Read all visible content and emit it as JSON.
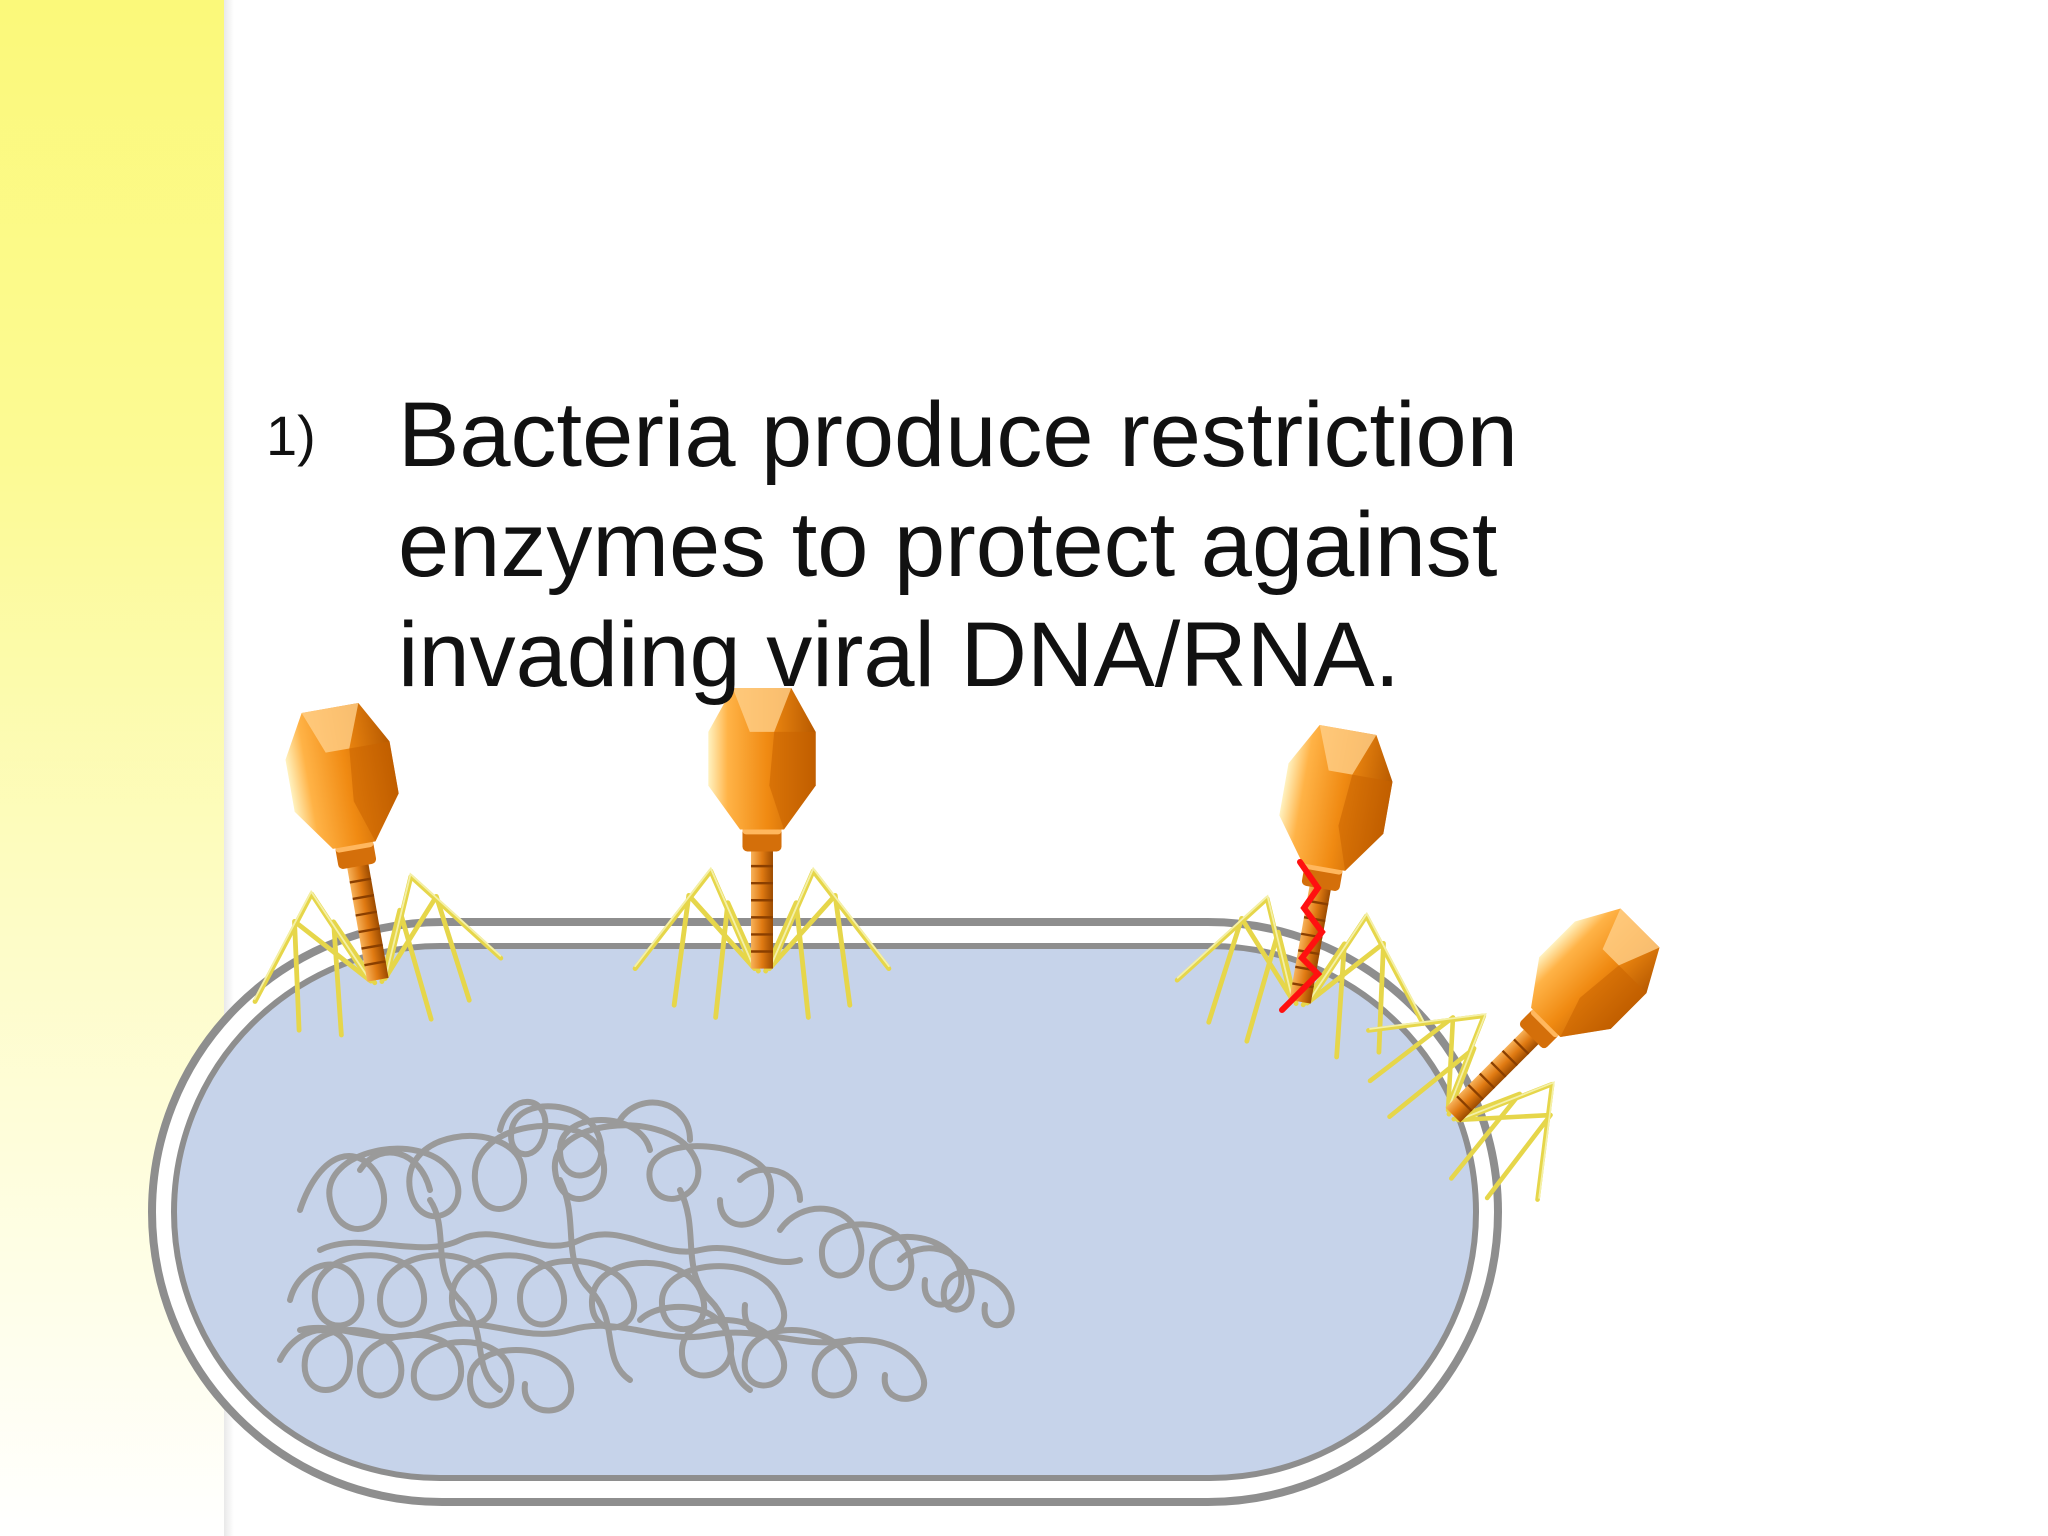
{
  "slide": {
    "bullet": {
      "number": "1)",
      "lines": [
        "Bacteria produce restriction",
        "enzymes to protect against",
        "invading viral DNA/RNA."
      ]
    }
  },
  "colors": {
    "sidebar_yellow": "#fbf97a",
    "cytoplasm": "#c6d3ea",
    "membrane": "#8e8e8e",
    "chromosome": "#9a9a9a",
    "phage_head": "#f08a12",
    "phage_legs": "#e6d64a",
    "cut_mark": "#ff1010"
  },
  "icons": {
    "phage": "bacteriophage-icon",
    "chromosome": "bacterial-dna-icon",
    "cut": "restriction-cut-icon"
  }
}
